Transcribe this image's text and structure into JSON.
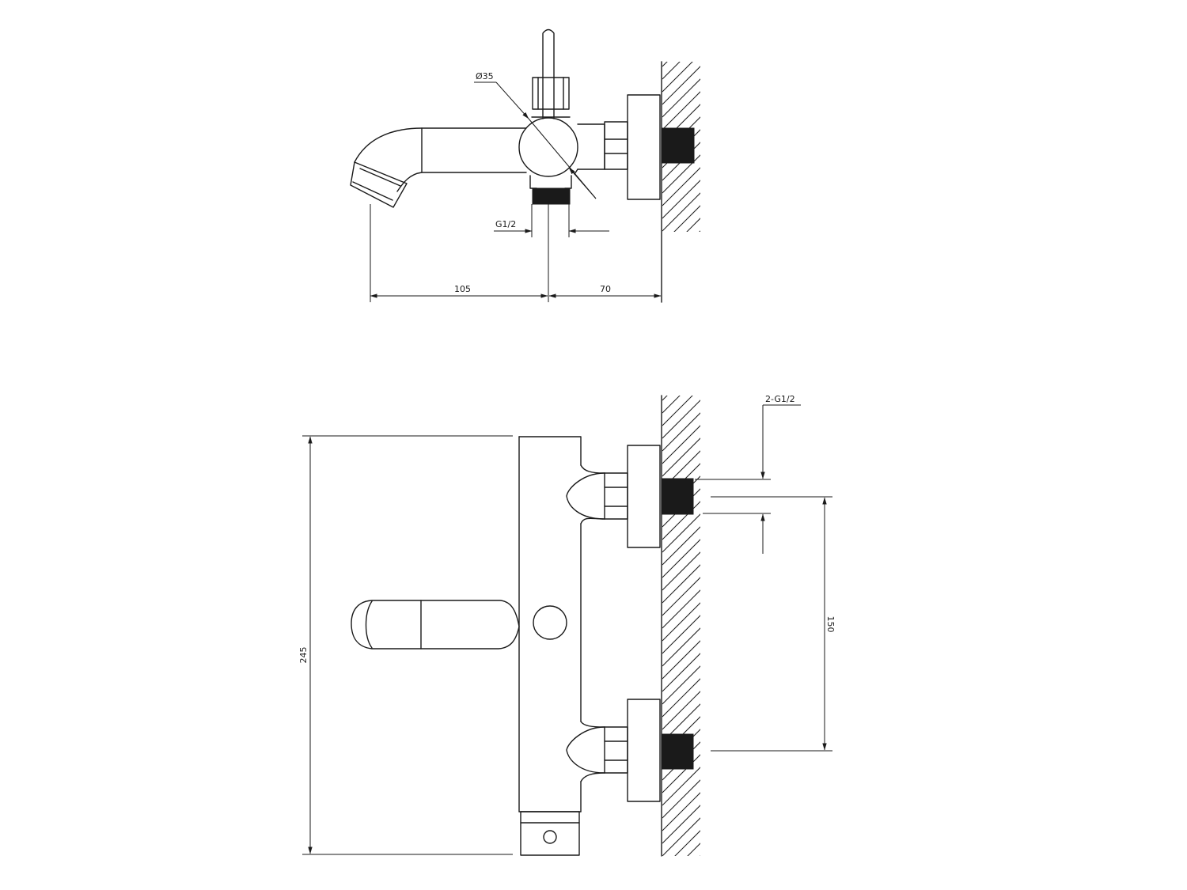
{
  "top_view": {
    "dimensions": {
      "diameter_label": "Ø35",
      "thread_label": "G1/2",
      "spout_length_label": "105",
      "wall_offset_label": "70"
    }
  },
  "front_view": {
    "dimensions": {
      "height_label": "245",
      "inlet_spacing_label": "150",
      "inlet_thread_label": "2-G1/2"
    }
  }
}
